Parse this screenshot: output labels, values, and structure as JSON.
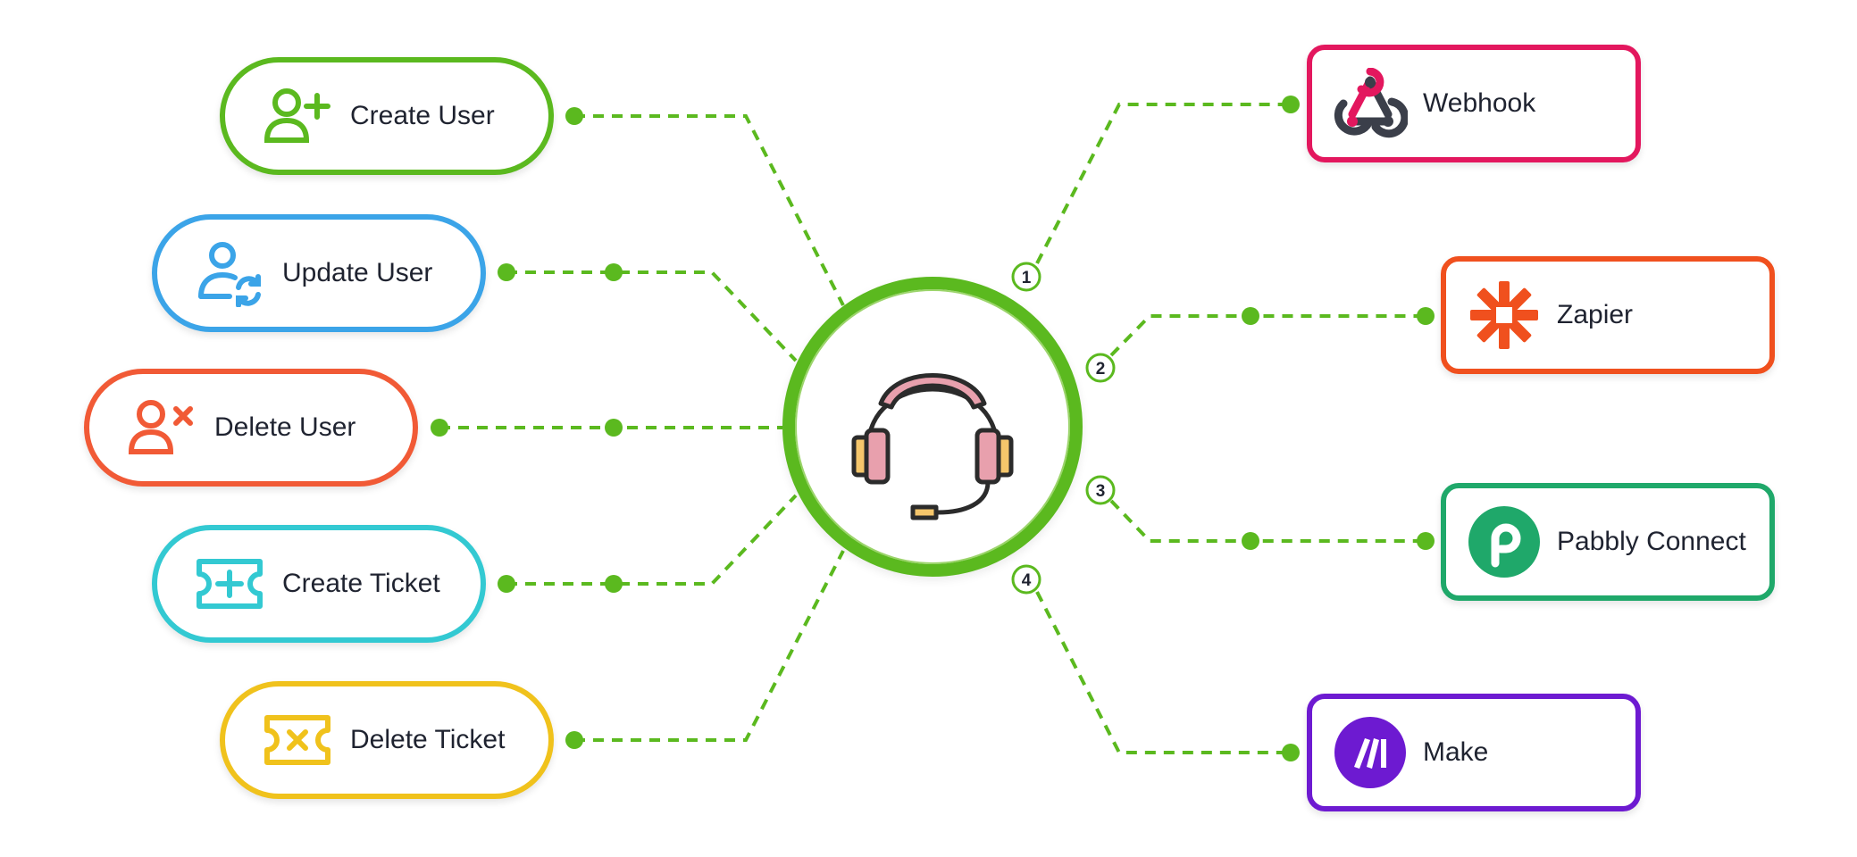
{
  "colors": {
    "connector": "#5bb91f",
    "hub": "#5bb91f",
    "text": "#1f2330"
  },
  "hub": {
    "icon": "headset-icon"
  },
  "actions": [
    {
      "id": "create-user",
      "label": "Create User",
      "icon": "user-plus-icon",
      "color": "#5bb91f"
    },
    {
      "id": "update-user",
      "label": "Update User",
      "icon": "user-sync-icon",
      "color": "#3ba4e8"
    },
    {
      "id": "delete-user",
      "label": "Delete User",
      "icon": "user-remove-icon",
      "color": "#f15a36"
    },
    {
      "id": "create-ticket",
      "label": "Create Ticket",
      "icon": "ticket-plus-icon",
      "color": "#33c9d2"
    },
    {
      "id": "delete-ticket",
      "label": "Delete Ticket",
      "icon": "ticket-remove-icon",
      "color": "#f0c21c"
    }
  ],
  "platforms": [
    {
      "id": "webhook",
      "number": "1",
      "label": "Webhook",
      "icon": "webhook-icon",
      "color": "#e3175e"
    },
    {
      "id": "zapier",
      "number": "2",
      "label": "Zapier",
      "icon": "zapier-icon",
      "color": "#f0501e"
    },
    {
      "id": "pabbly-connect",
      "number": "3",
      "label": "Pabbly Connect",
      "icon": "pabbly-icon",
      "color": "#1fa86a"
    },
    {
      "id": "make",
      "number": "4",
      "label": "Make",
      "icon": "make-icon",
      "color": "#6d1ad1"
    }
  ]
}
